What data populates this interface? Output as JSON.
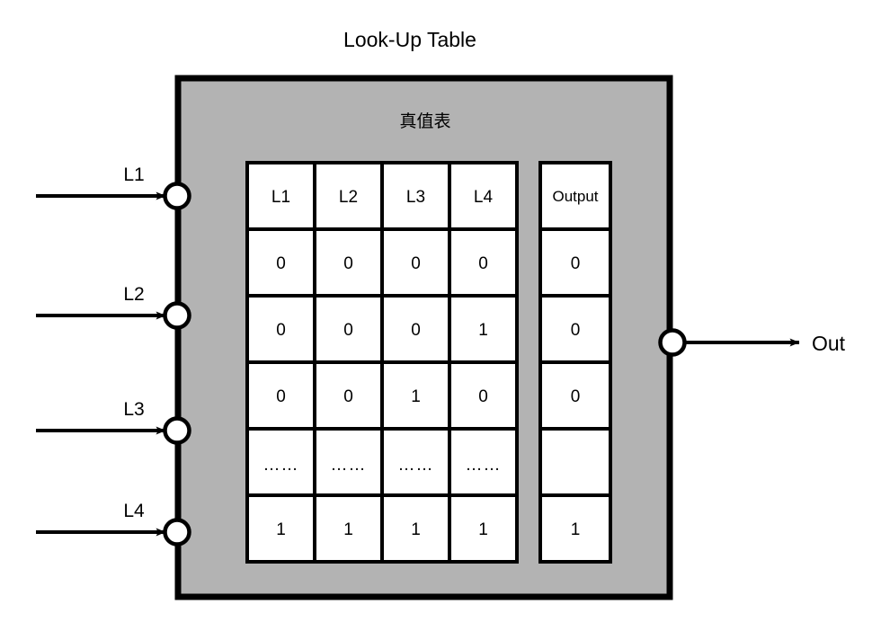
{
  "diagram": {
    "title": "Look-Up Table",
    "subtitle": "真值表",
    "block_fill": "#b3b3b3",
    "block_stroke": "#000000",
    "cell_fill": "#ffffff",
    "inputs": [
      {
        "label": "L1"
      },
      {
        "label": "L2"
      },
      {
        "label": "L3"
      },
      {
        "label": "L4"
      }
    ],
    "output": {
      "label": "Out"
    },
    "truth_table": {
      "input_headers": [
        "L1",
        "L2",
        "L3",
        "L4"
      ],
      "output_header": "Output",
      "rows": [
        {
          "inputs": [
            "0",
            "0",
            "0",
            "0"
          ],
          "output": "0"
        },
        {
          "inputs": [
            "0",
            "0",
            "0",
            "1"
          ],
          "output": "0"
        },
        {
          "inputs": [
            "0",
            "0",
            "1",
            "0"
          ],
          "output": "0"
        },
        {
          "inputs": [
            "……",
            "……",
            "……",
            "……"
          ],
          "output": ""
        },
        {
          "inputs": [
            "1",
            "1",
            "1",
            "1"
          ],
          "output": "1"
        }
      ]
    }
  }
}
